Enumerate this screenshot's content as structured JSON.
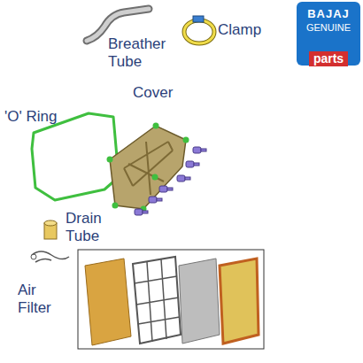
{
  "diagram": {
    "nodes": [
      {
        "text": [
          "BAJAJ",
          "GENUINE",
          "parts"
        ]
      }
    ],
    "labels": [
      "Breather Tube",
      "Clamp",
      "'O' Ring",
      "Cover",
      "Drain Tube",
      "Air Filter"
    ]
  }
}
